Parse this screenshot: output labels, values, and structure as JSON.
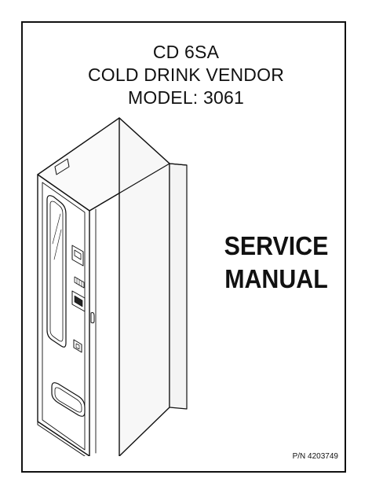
{
  "document": {
    "title_lines": [
      "CD 6SA",
      "COLD DRINK VENDOR",
      "MODEL: 3061"
    ],
    "headline_lines": [
      "SERVICE",
      "MANUAL"
    ],
    "part_number": "P/N 4203749"
  },
  "illustration": {
    "subject": "cold drink vending machine",
    "icon": "vending-machine-icon"
  }
}
